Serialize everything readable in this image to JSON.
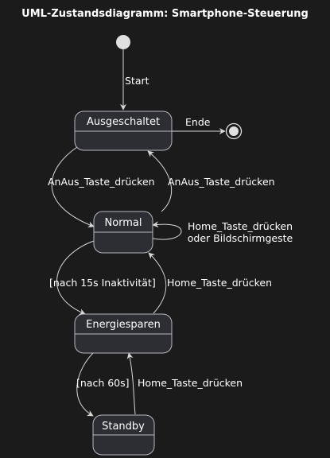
{
  "title": "UML-Zustandsdiagramm: Smartphone-Steuerung",
  "states": {
    "ausgeschaltet": "Ausgeschaltet",
    "normal": "Normal",
    "energiesparen": "Energiesparen",
    "standby": "Standby"
  },
  "transitions": {
    "start": "Start",
    "ende": "Ende",
    "aus_to_normal": "AnAus_Taste_drücken",
    "normal_to_aus": "AnAus_Taste_drücken",
    "normal_self_line1": "Home_Taste_drücken",
    "normal_self_line2": "oder Bildschirmgeste",
    "normal_to_energie": "[nach 15s Inaktivität]",
    "energie_to_normal": "Home_Taste_drücken",
    "energie_to_standby": "[nach 60s]",
    "standby_to_energie": "Home_Taste_drücken"
  },
  "colors": {
    "background": "#1b1b1c",
    "state_fill": "#2d2e33",
    "state_border": "#b8b8c0",
    "edge": "#d8d8d8",
    "text": "#ffffff",
    "initial_node": "#e0e0e0"
  }
}
